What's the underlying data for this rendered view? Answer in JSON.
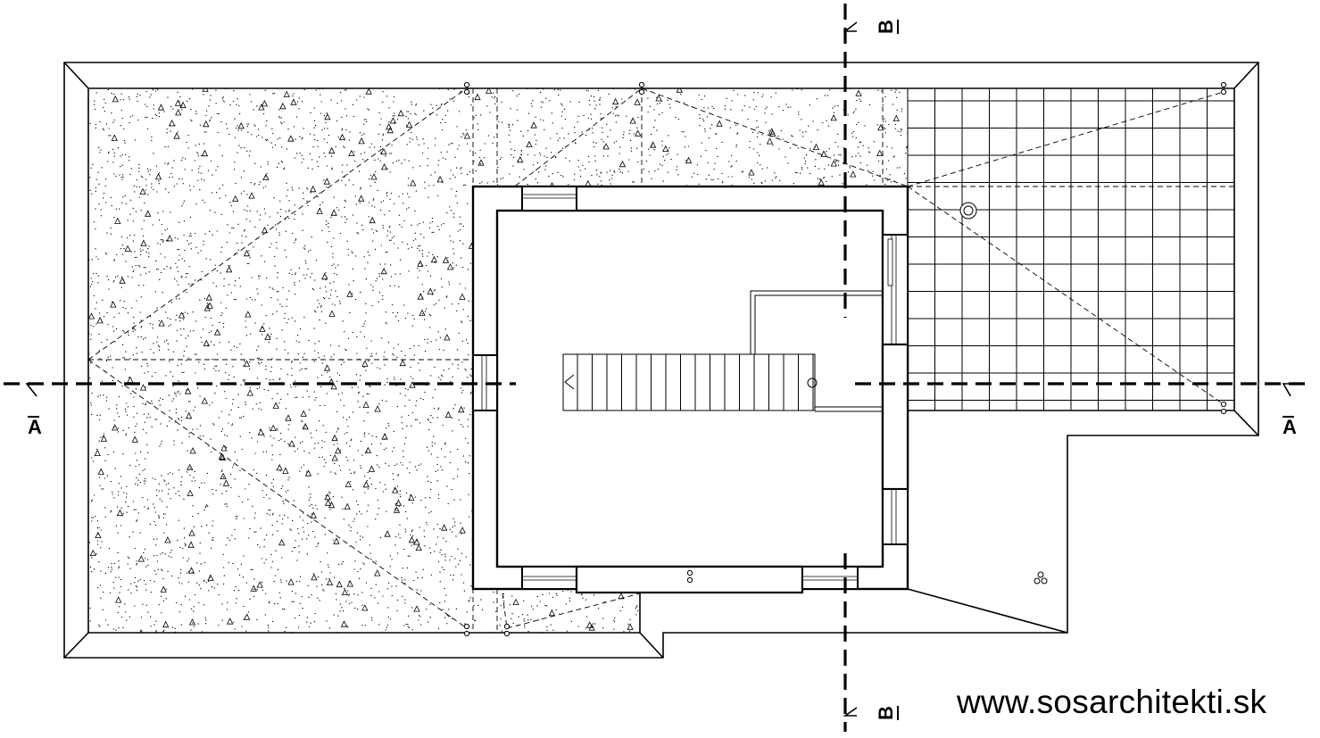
{
  "watermark": "www.sosarchitekti.sk",
  "section_labels": {
    "a_left": "A",
    "a_right": "A",
    "b_top": "B",
    "b_bottom": "B"
  },
  "colors": {
    "line": "#000000",
    "background": "#ffffff"
  }
}
